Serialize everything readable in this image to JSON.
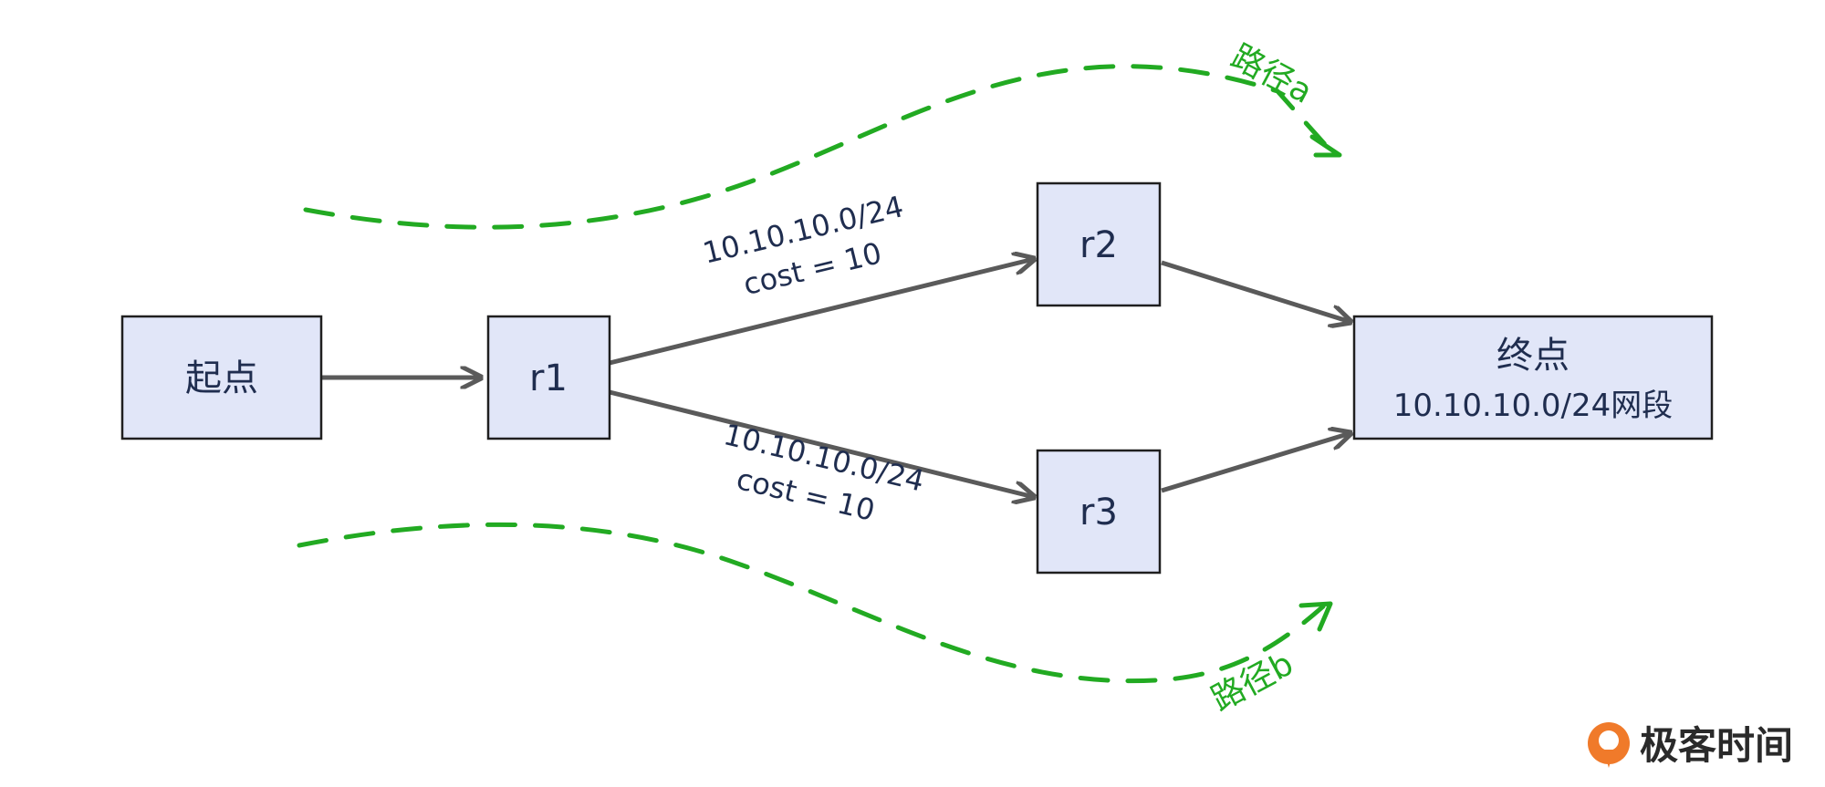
{
  "nodes": {
    "start": {
      "label": "起点"
    },
    "r1": {
      "label": "r1"
    },
    "r2": {
      "label": "r2"
    },
    "r3": {
      "label": "r3"
    },
    "end": {
      "label": "终点",
      "sublabel": "10.10.10.0/24网段"
    }
  },
  "edges": {
    "r1_r2": {
      "network": "10.10.10.0/24",
      "cost": "cost = 10"
    },
    "r1_r3": {
      "network": "10.10.10.0/24",
      "cost": "cost = 10"
    }
  },
  "paths": {
    "a": {
      "label": "路径a"
    },
    "b": {
      "label": "路径b"
    }
  },
  "brand": {
    "name": "极客时间"
  },
  "colors": {
    "node_fill": "#e1e6f8",
    "edge": "#5a5a5a",
    "path": "#22aa22",
    "brand_accent": "#f07a2a"
  }
}
